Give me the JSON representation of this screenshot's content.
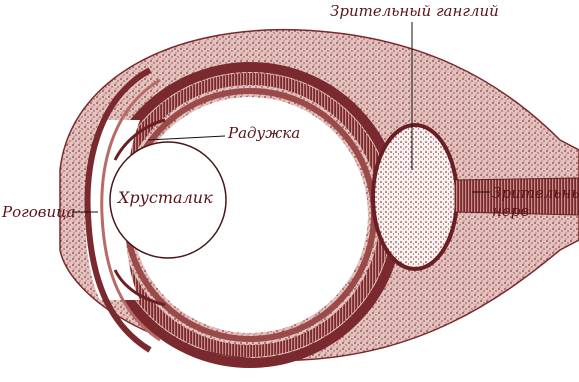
{
  "diagram": {
    "labels": {
      "ganglion": "Зрительный ганглий",
      "iris": "Радужка",
      "lens": "Хрусталик",
      "cornea": "Роговица",
      "nerve_line1": "Зрительный",
      "nerve_line2": "нерв"
    },
    "colors": {
      "ink": "#5a1418",
      "tissue": "#a55a58",
      "tissue_light": "#d7b2ad",
      "dense_band": "#6b1f24",
      "background": "#ffffff"
    }
  }
}
